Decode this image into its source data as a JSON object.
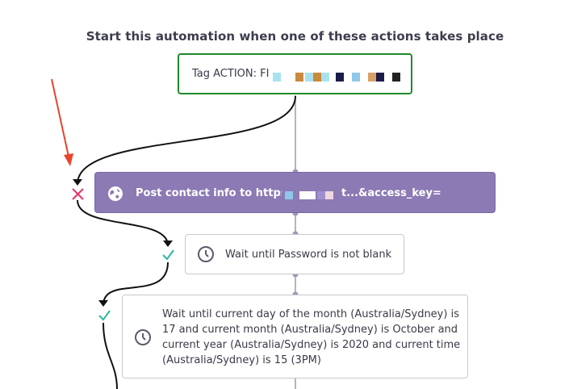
{
  "heading": "Start this automation when one of these actions takes place",
  "trigger": {
    "label": "Tag ACTION: FI",
    "redaction_colors": [
      "#a9e2ef",
      "#c98a3c",
      "#a9e2ef",
      "#c98a3c",
      "#a9e2ef",
      "#1c1c4a",
      "#8ec7e8",
      "#d9a066",
      "#1c1c4a",
      "#222222"
    ]
  },
  "webhook": {
    "label": "Post contact info to https://m",
    "label_tail": "t...&access_key=",
    "icon": "globe-icon",
    "color": "#8b7ab4",
    "redaction_colors": [
      "#8ec7e8",
      "#ffffff",
      "#ffffff",
      "#8b7ab4",
      "#f1d7e0"
    ]
  },
  "wait1": {
    "label": "Wait until Password is not blank",
    "icon": "clock-icon"
  },
  "wait2": {
    "label": "Wait until current day of the month (Australia/Sydney) is 17 and current month (Australia/Sydney) is October and current year (Australia/Sydney) is 2020 and current time (Australia/Sydney) is 15 (3PM)",
    "icon": "clock-icon"
  },
  "connectors": {
    "trunk_color": "#9a9ab0",
    "branch_color": "#111111",
    "no_color": "#e8336a",
    "yes_color": "#2bb89a",
    "annotation_arrow_color": "#e8432e"
  }
}
